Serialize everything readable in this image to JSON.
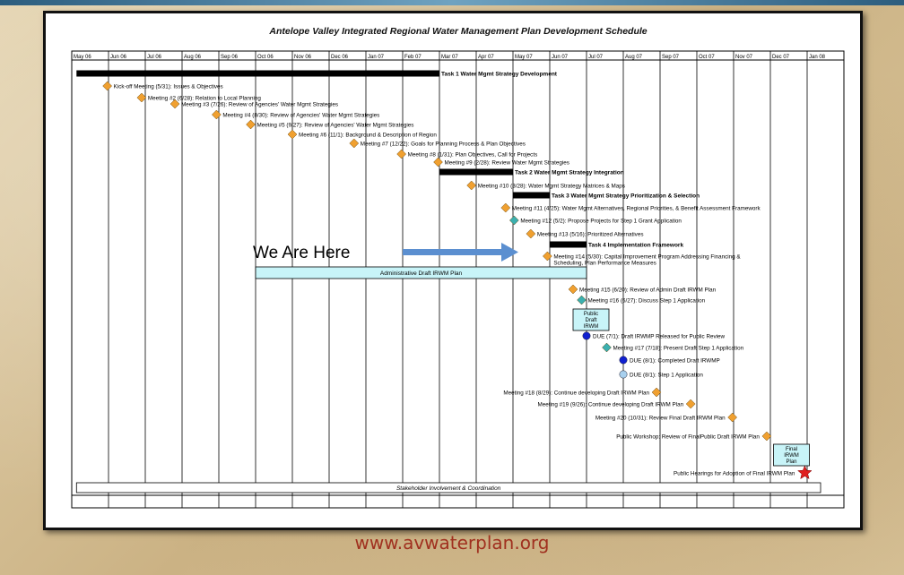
{
  "title": "Antelope Valley Integrated Regional Water Management Plan Development Schedule",
  "months": [
    "May 06",
    "Jun 06",
    "Jul 06",
    "Aug 06",
    "Sep 06",
    "Oct 06",
    "Nov 06",
    "Dec 06",
    "Jan 07",
    "Feb 07",
    "Mar 07",
    "Apr 07",
    "May 07",
    "Jun 07",
    "Jul 07",
    "Aug 07",
    "Sep 07",
    "Oct 07",
    "Nov 07",
    "Dec 07",
    "Jan 08"
  ],
  "tasks": [
    {
      "label": "Task 1 Water Mgmt Strategy Development",
      "start": "2006-05-05",
      "end": "2007-03-01"
    },
    {
      "label": "Task 2 Water Mgmt Strategy Integration",
      "start": "2007-03-01",
      "end": "2007-05-01"
    },
    {
      "label": "Task 3 Water Mgmt Strategy Prioritization & Selection",
      "start": "2007-05-01",
      "end": "2007-06-01"
    },
    {
      "label": "Task 4 Implementation Framework",
      "start": "2007-06-01",
      "end": "2007-07-01"
    }
  ],
  "meetings": [
    {
      "label": "Kick-off Meeting (5/31): Issues & Objectives",
      "date": "2006-05-31",
      "marker": "diamond-orange",
      "side": "right"
    },
    {
      "label": "Meeting #2 (6/28): Relation to Local Planning",
      "date": "2006-06-28",
      "marker": "diamond-orange",
      "side": "right"
    },
    {
      "label": "Meeting #3 (7/26): Review of Agencies' Water Mgmt Strategies",
      "date": "2006-07-26",
      "marker": "diamond-orange",
      "side": "right"
    },
    {
      "label": "Meeting #4 (8/30): Review of Agencies' Water Mgmt Strategies",
      "date": "2006-08-30",
      "marker": "diamond-orange",
      "side": "right"
    },
    {
      "label": "Meeting #5 (9/27): Review of Agencies' Water Mgmt Strategies",
      "date": "2006-09-27",
      "marker": "diamond-orange",
      "side": "right"
    },
    {
      "label": "Meeting #6 (11/1): Background & Description of Region",
      "date": "2006-11-01",
      "marker": "diamond-orange",
      "side": "right"
    },
    {
      "label": "Meeting #7 (12/22): Goals for Planning Process & Plan Objectives",
      "date": "2006-12-22",
      "marker": "diamond-orange",
      "side": "right"
    },
    {
      "label": "Meeting #8 (1/31): Plan Objectives, Call for Projects",
      "date": "2007-01-31",
      "marker": "diamond-orange",
      "side": "right"
    },
    {
      "label": "Meeting #9 (2/28): Review Water Mgmt Strategies",
      "date": "2007-02-28",
      "marker": "diamond-orange",
      "side": "right"
    },
    {
      "label": "Meeting #10 (3/28): Water Mgmt Strategy Matrices & Maps",
      "date": "2007-03-28",
      "marker": "diamond-orange",
      "side": "right"
    },
    {
      "label": "Meeting #11 (4/25): Water Mgmt Alternatives, Regional Priorities, & Benefit Assessment Framework",
      "date": "2007-04-25",
      "marker": "diamond-orange",
      "side": "right"
    },
    {
      "label": "Meeting #12 (5/2): Propose Projects for Step 1 Grant Application",
      "date": "2007-05-02",
      "marker": "diamond-teal",
      "side": "right"
    },
    {
      "label": "Meeting #13 (5/16): Prioritized Alternatives",
      "date": "2007-05-16",
      "marker": "diamond-orange",
      "side": "right"
    },
    {
      "label": "Meeting #14 (5/30): Capital Improvement Program Addressing Financing & Scheduling, Plan Performance Measures",
      "date": "2007-05-30",
      "marker": "diamond-orange",
      "side": "right"
    },
    {
      "label": "Meeting #15 (6/20): Review of Admin Draft IRWM Plan",
      "date": "2007-06-20",
      "marker": "diamond-orange",
      "side": "right"
    },
    {
      "label": "Meeting #16 (6/27): Discuss Step 1 Application",
      "date": "2007-06-27",
      "marker": "diamond-teal",
      "side": "right"
    },
    {
      "label": "DUE (7/1):   Draft IRWMP Released for Public Review",
      "date": "2007-07-01",
      "marker": "circle-blue",
      "side": "right"
    },
    {
      "label": "Meeting #17 (7/18): Present Draft Step 1 Application",
      "date": "2007-07-18",
      "marker": "diamond-teal",
      "side": "right"
    },
    {
      "label": "DUE (8/1):   Completed Draft IRWMP",
      "date": "2007-08-01",
      "marker": "circle-blue",
      "side": "right"
    },
    {
      "label": "DUE (8/1):   Step 1 Application",
      "date": "2007-08-01",
      "marker": "circle-light",
      "side": "right"
    },
    {
      "label": "Meeting #18 (8/29): Continue developing Draft IRWM Plan",
      "date": "2007-08-29",
      "marker": "diamond-orange",
      "side": "left"
    },
    {
      "label": "Meeting #19 (9/26): Continue developing Draft IRWM Plan",
      "date": "2007-09-26",
      "marker": "diamond-orange",
      "side": "left"
    },
    {
      "label": "Meeting #20 (10/31): Review Final Draft IRWM Plan",
      "date": "2007-10-31",
      "marker": "diamond-orange",
      "side": "left"
    },
    {
      "label": "Public Workshop:  Review of FinalPublic Draft IRWM Plan",
      "date": "2007-11-28",
      "marker": "diamond-orange",
      "side": "left"
    },
    {
      "label": "Public Hearings for Adoption of Final IRWM Plan",
      "date": "2007-12-30",
      "marker": "star-red",
      "side": "left"
    }
  ],
  "boxes": [
    {
      "label": "Administrative Draft IRWM Plan",
      "start": "2006-10-01",
      "end": "2007-07-01"
    },
    {
      "label": "Stakeholder Involvement & Coordination",
      "start": "2006-05-05",
      "end": "2008-01-31"
    }
  ],
  "milestone_boxes": [
    {
      "lines": [
        "Public",
        "Draft",
        "IRWM"
      ],
      "date": "2007-07-01"
    },
    {
      "lines": [
        "Final",
        "IRWM",
        "Plan"
      ],
      "date": "2007-12-15"
    }
  ],
  "annotation": {
    "text": "We Are Here"
  },
  "footer": "www.avwaterplan.org",
  "colors": {
    "task_bar": "#000000",
    "diamond_orange": "#f0a030",
    "diamond_teal": "#3cb0b0",
    "circle_blue": "#1020d0",
    "circle_light": "#a8d0ee",
    "star": "#e02020",
    "box_fill": "#c8f4f8",
    "arrow": "#5b8fd0",
    "footer": "#a0301f"
  }
}
